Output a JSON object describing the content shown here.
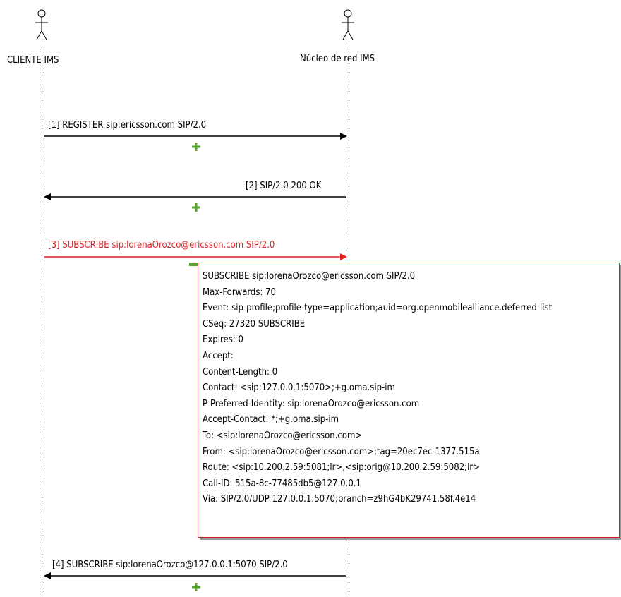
{
  "actors": [
    {
      "name": "CLIENTE IMS"
    },
    {
      "name": "Núcleo de red IMS"
    }
  ],
  "messages": [
    {
      "id": 1,
      "label": "[1] REGISTER sip:ericsson.com SIP/2.0",
      "direction": "right",
      "color": "#000000"
    },
    {
      "id": 2,
      "label": "[2] SIP/2.0 200 OK",
      "direction": "left",
      "color": "#000000"
    },
    {
      "id": 3,
      "label": "[3] SUBSCRIBE sip:lorenaOrozco@ericsson.com SIP/2.0",
      "direction": "right",
      "color": "#dd2222"
    },
    {
      "id": 4,
      "label": "[4] SUBSCRIBE sip:lorenaOrozco@127.0.0.1:5070 SIP/2.0",
      "direction": "left",
      "color": "#000000"
    }
  ],
  "note": {
    "lines": [
      "SUBSCRIBE sip:lorenaOrozco@ericsson.com SIP/2.0",
      "Max-Forwards: 70",
      "Event: sip-profile;profile-type=application;auid=org.openmobilealliance.deferred-list",
      "CSeq: 27320 SUBSCRIBE",
      "Expires: 0",
      "Accept:",
      "Content-Length: 0",
      "Contact: <sip:127.0.0.1:5070>;+g.oma.sip-im",
      "P-Preferred-Identity: sip:lorenaOrozco@ericsson.com",
      "Accept-Contact: *;+g.oma.sip-im",
      "To: <sip:lorenaOrozco@ericsson.com>",
      "From: <sip:lorenaOrozco@ericsson.com>;tag=20ec7ec-1377.515a",
      "Route: <sip:10.200.2.59:5081;lr>,<sip:orig@10.200.2.59:5082;lr>",
      "Call-ID: 515a-8c-77485db5@127.0.0.1",
      "Via: SIP/2.0/UDP 127.0.0.1:5070;branch=z9hG4bK29741.58f.4e14"
    ]
  },
  "icons": {
    "actor": "stick-figure-icon",
    "expand": "plus-icon",
    "collapse": "minus-icon"
  },
  "colors": {
    "highlight": "#dd2222",
    "expand_green": "#54a432"
  }
}
